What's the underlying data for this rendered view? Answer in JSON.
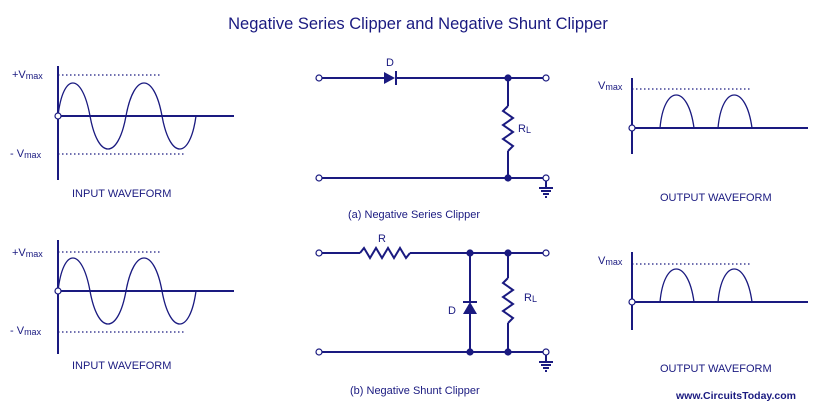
{
  "title": "Negative Series Clipper and Negative Shunt Clipper",
  "labels": {
    "vmax_pos_prefix": "+V",
    "vmax_neg_prefix": "- V",
    "vmax_prefix": "V",
    "vmax_sub": "max",
    "input_waveform": "INPUT WAVEFORM",
    "output_waveform": "OUTPUT WAVEFORM",
    "diode": "D",
    "resistor": "R",
    "load_prefix": "R",
    "load_sub": "L",
    "caption_a": "(a) Negative Series Clipper",
    "caption_b": "(b) Negative Shunt Clipper",
    "watermark": "www.CircuitsToday.com"
  },
  "colors": {
    "ink": "#1a1a80",
    "background": "#ffffff"
  }
}
